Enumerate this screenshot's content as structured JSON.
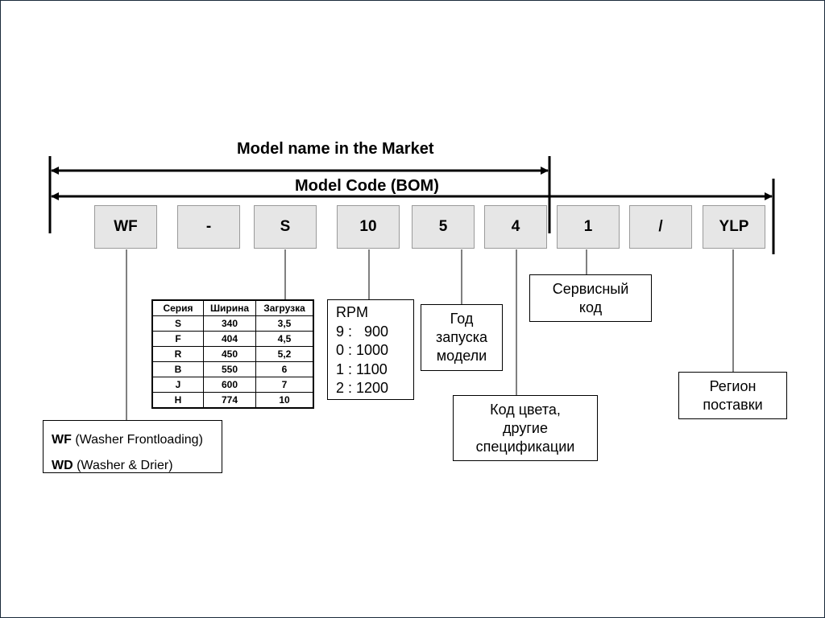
{
  "titles": {
    "market": "Model name in the Market",
    "bom": "Model Code (BOM)"
  },
  "segments": [
    "WF",
    "-",
    "S",
    "10",
    "5",
    "4",
    "1",
    "/",
    "YLP"
  ],
  "series_table": {
    "headers": [
      "Серия",
      "Ширина",
      "Загрузка"
    ],
    "rows": [
      [
        "S",
        "340",
        "3,5"
      ],
      [
        "F",
        "404",
        "4,5"
      ],
      [
        "R",
        "450",
        "5,2"
      ],
      [
        "B",
        "550",
        "6"
      ],
      [
        "J",
        "600",
        "7"
      ],
      [
        "H",
        "774",
        "10"
      ]
    ]
  },
  "rpm": {
    "title": "RPM",
    "lines": [
      "9 :   900",
      "0 : 1000",
      "1 : 1100",
      "2 : 1200"
    ]
  },
  "year_box": [
    "Год",
    "запуска",
    "модели"
  ],
  "color_box": [
    "Код цвета,",
    "другие",
    "спецификации"
  ],
  "service_box": [
    "Сервисный",
    "код"
  ],
  "region_box": [
    "Регион",
    "поставки"
  ],
  "washer": {
    "wf_code": "WF",
    "wf_desc": " (Washer Frontloading)",
    "wd_code": "WD",
    "wd_desc": " (Washer & Drier)"
  }
}
